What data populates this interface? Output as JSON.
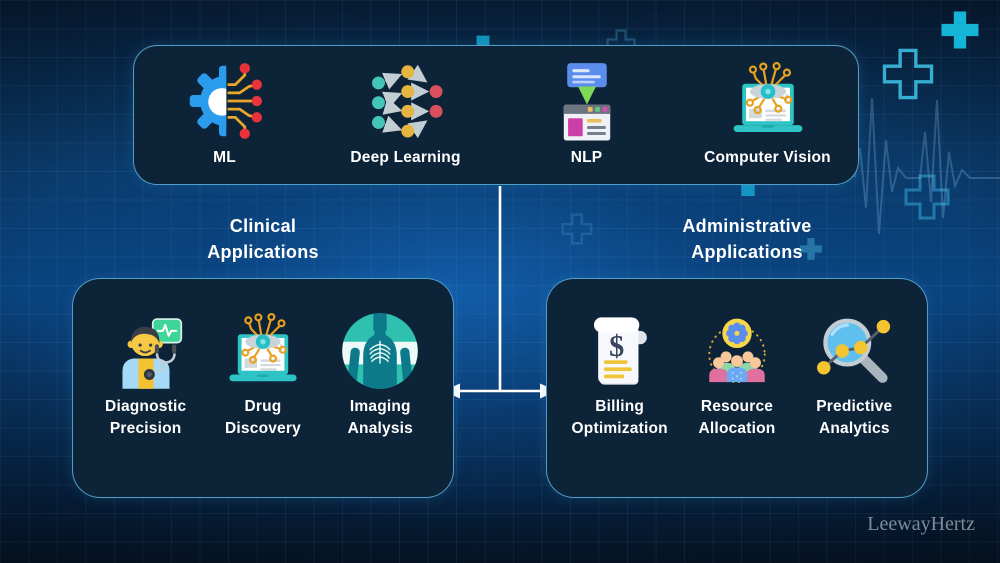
{
  "watermark": {
    "text": "LeewayHertz"
  },
  "colors": {
    "background_center": "#0a4480",
    "background_edge": "#051425",
    "panel_bg": "#0d2338",
    "panel_border": "#5eb4e0",
    "connector": "#ffffff",
    "cross_filled": "#15b4d6",
    "cross_outline": "#3cbde1",
    "heading_text": "#ffffff",
    "label_text": "#ffffff",
    "watermark_text": "#91a0ad"
  },
  "ai_technologies": {
    "items": [
      {
        "label": "ML",
        "icon": "ml-gear-circuit-icon"
      },
      {
        "label": "Deep Learning",
        "icon": "neural-network-icon"
      },
      {
        "label": "NLP",
        "icon": "text-processing-icon"
      },
      {
        "label": "Computer Vision",
        "icon": "laptop-vision-icon"
      }
    ]
  },
  "clinical": {
    "title": [
      "Clinical",
      "Applications"
    ],
    "items": [
      {
        "label": [
          "Diagnostic",
          "Precision"
        ],
        "icon": "doctor-stethoscope-icon"
      },
      {
        "label": [
          "Drug",
          "Discovery"
        ],
        "icon": "laptop-vision-icon"
      },
      {
        "label": [
          "Imaging",
          "Analysis"
        ],
        "icon": "xray-scan-icon"
      }
    ]
  },
  "administrative": {
    "title": [
      "Administrative",
      "Applications"
    ],
    "items": [
      {
        "label": [
          "Billing",
          "Optimization"
        ],
        "icon": "billing-invoice-icon"
      },
      {
        "label": [
          "Resource",
          "Allocation"
        ],
        "icon": "team-gear-icon"
      },
      {
        "label": [
          "Predictive",
          "Analytics"
        ],
        "icon": "magnifier-data-icon"
      }
    ]
  }
}
